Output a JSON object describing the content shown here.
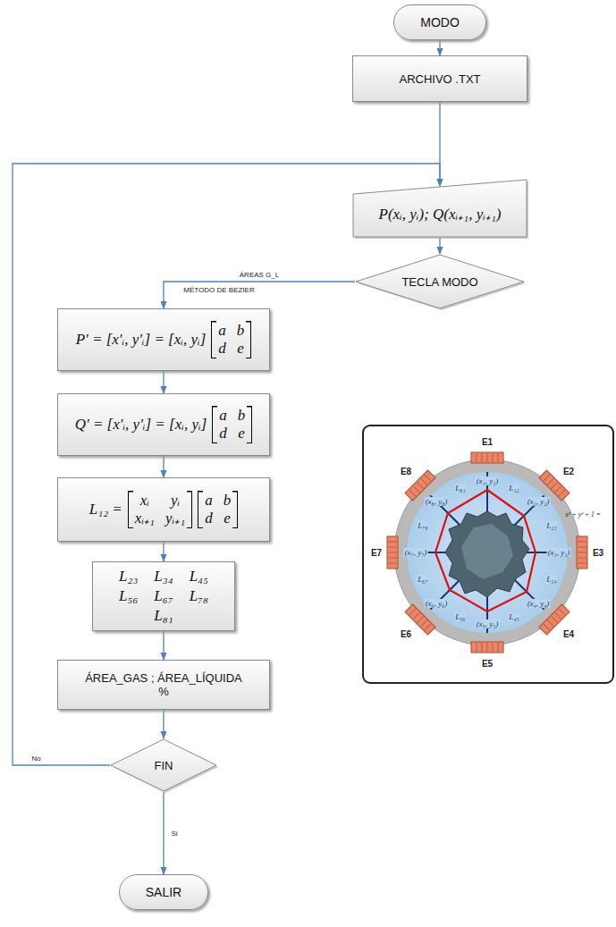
{
  "diagram": {
    "nodes": [
      {
        "text": [
          "MODO"
        ]
      },
      {
        "text": [
          "ARCHIVO .TXT"
        ]
      },
      {
        "text": [
          "P(xᵢ, yᵢ); Q(xᵢ₊₁, yᵢ₊₁)"
        ]
      },
      {
        "text": [
          "TECLA MODO"
        ]
      },
      {
        "text": [
          "P' = [x'ᵢ, y'ᵢ] = [xᵢ, yᵢ]",
          "a",
          "b",
          "d",
          "e"
        ]
      },
      {
        "text": [
          "Q' = [x'ᵢ, y'ᵢ] = [xᵢ, yᵢ]",
          "a",
          "b",
          "d",
          "e"
        ]
      },
      {
        "text": [
          "L₁₂ =",
          "xᵢ",
          "yᵢ",
          "xᵢ₊₁",
          "yᵢ₊₁",
          "a",
          "b",
          "d",
          "e"
        ]
      },
      {
        "text": [
          "L₂₃",
          "L₃₄",
          "L₄₅",
          "L₅₆",
          "L₆₇",
          "L₇₈",
          "L₈₁"
        ]
      },
      {
        "text": [
          "ÁREA_GAS ; ÁREA_LÍQUIDA %"
        ]
      },
      {
        "text": [
          "FIN"
        ]
      },
      {
        "text": [
          "SALIR"
        ]
      }
    ],
    "edges": [
      {
        "from": 0,
        "to": 1,
        "arrow": "to"
      },
      {
        "from": 1,
        "to": 2,
        "arrow": "to"
      },
      {
        "from": 2,
        "to": 3,
        "arrow": "to"
      },
      {
        "from": 3,
        "to": 4,
        "arrow": "to",
        "label": "ÁREAS G_L"
      },
      {
        "from": 4,
        "to": 5,
        "arrow": "to"
      },
      {
        "from": 5,
        "to": 6,
        "arrow": "to"
      },
      {
        "from": 6,
        "to": 7,
        "arrow": "to"
      },
      {
        "from": 7,
        "to": 8,
        "arrow": "to"
      },
      {
        "from": 8,
        "to": 9,
        "arrow": "to"
      },
      {
        "from": 9,
        "to": 2,
        "arrow": "to",
        "label": "No"
      },
      {
        "from": 9,
        "to": 10,
        "arrow": "to",
        "label": "Si"
      }
    ],
    "labels": [
      "MÉTODO DE BEZIER",
      "E1",
      "E2",
      "E3",
      "E4",
      "E5",
      "E6",
      "E7",
      "E8",
      "(x₁, y₁)",
      "(x₂, y₂)",
      "(x₃, y₃)",
      "(x₄, y₄)",
      "(x₅, y₅)",
      "(x₆, y₆)",
      "(x₇, y₇)",
      "(x₈, y₈)",
      "L₁₂",
      "L₂₃",
      "L₃₄",
      "L₄₅",
      "L₅₆",
      "L₆₇",
      "L₇₈",
      "L₈₁",
      "x² + y² + 1 ="
    ]
  }
}
